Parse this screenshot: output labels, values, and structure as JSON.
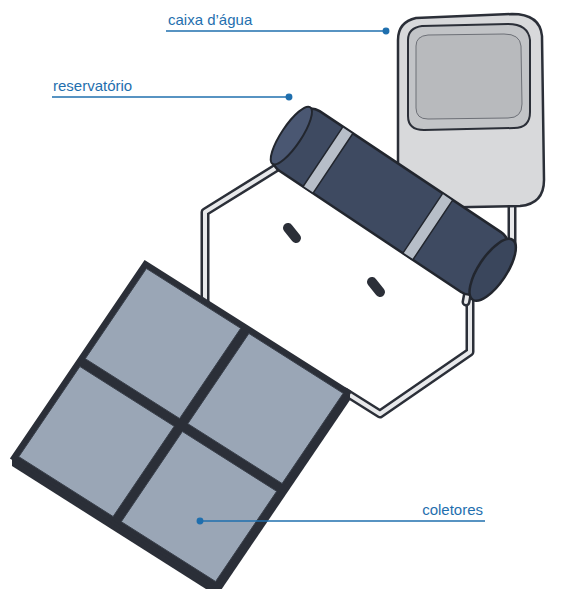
{
  "diagram": {
    "labels": [
      "caixa d’água",
      "reservatório",
      "coletores"
    ]
  }
}
